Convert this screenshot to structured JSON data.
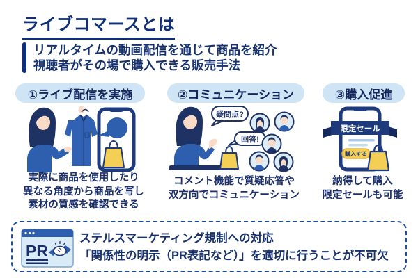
{
  "page": {
    "title": "ライブコマースとは",
    "subtitle_line1": "リアルタイムの動画配信を通じて商品を紹介",
    "subtitle_line2": "視聴者がその場で購入できる販売手法"
  },
  "steps": [
    {
      "label": "①ライブ配信を実施",
      "caption_lines": [
        "実際に商品を使用したり",
        "異なる角度から商品を写し",
        "素材の質感を確認できる"
      ]
    },
    {
      "label": "②コミュニケーション",
      "bubble_question": "疑問点?",
      "bubble_answer": "回答!",
      "caption_lines": [
        "コメント機能で質疑応答や",
        "双方向でコミュニケーション"
      ]
    },
    {
      "label": "③購入促進",
      "ribbon": "限定セール",
      "buy_button": "購入する",
      "caption_lines": [
        "納得して購入",
        "限定セールも可能"
      ]
    }
  ],
  "footer": {
    "pr_label": "PR",
    "line1": "ステルスマーケティング規制への対応",
    "line2": "「関係性の明示（PR表記など）」を適切に行うことが不可欠"
  },
  "colors": {
    "title_navy": "#0f2f7a",
    "text_navy": "#1b2f6b",
    "pill_bg": "#cfe4f4",
    "illustration_blue": "#2e5fae",
    "outline_navy": "#1e3a7e",
    "bag_yellow": "#f3cf55",
    "avatar_bg": "#dcecf8",
    "dashed_border_blue": "#1d4fa0"
  }
}
